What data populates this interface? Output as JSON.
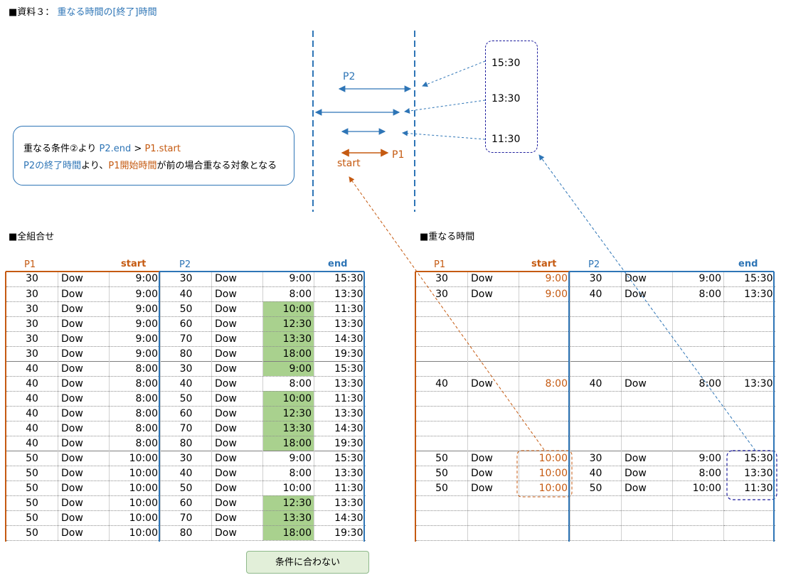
{
  "title": {
    "prefix": "■資料３：",
    "text": "重なる時間の[終了]時間"
  },
  "diagram": {
    "p2_label": "P2",
    "p1_label": "P1",
    "start_label": "start",
    "callout_times": [
      "15:30",
      "13:30",
      "11:30"
    ]
  },
  "note": {
    "line1_a": "重なる条件②より ",
    "line1_b": "P2.end",
    "line1_c": " > ",
    "line1_d": "P1.start",
    "line2_a": "P2の終了時間",
    "line2_b": "より、",
    "line2_c": "P1開始時間",
    "line2_d": "が前の場合重なる対象となる"
  },
  "left_section": {
    "title": "■全組合せ"
  },
  "right_section": {
    "title": "■重なる時間"
  },
  "col_headers": {
    "p1": "P1",
    "start": "start",
    "p2": "P2",
    "end": "end"
  },
  "left_table": [
    [
      "30",
      "Dow",
      "9:00",
      "30",
      "Dow",
      "9:00",
      "15:30"
    ],
    [
      "30",
      "Dow",
      "9:00",
      "40",
      "Dow",
      "8:00",
      "13:30"
    ],
    [
      "30",
      "Dow",
      "9:00",
      "50",
      "Dow",
      "10:00",
      "11:30"
    ],
    [
      "30",
      "Dow",
      "9:00",
      "60",
      "Dow",
      "12:30",
      "13:30"
    ],
    [
      "30",
      "Dow",
      "9:00",
      "70",
      "Dow",
      "13:30",
      "14:30"
    ],
    [
      "30",
      "Dow",
      "9:00",
      "80",
      "Dow",
      "18:00",
      "19:30"
    ],
    [
      "40",
      "Dow",
      "8:00",
      "30",
      "Dow",
      "9:00",
      "15:30"
    ],
    [
      "40",
      "Dow",
      "8:00",
      "40",
      "Dow",
      "8:00",
      "13:30"
    ],
    [
      "40",
      "Dow",
      "8:00",
      "50",
      "Dow",
      "10:00",
      "11:30"
    ],
    [
      "40",
      "Dow",
      "8:00",
      "60",
      "Dow",
      "12:30",
      "13:30"
    ],
    [
      "40",
      "Dow",
      "8:00",
      "70",
      "Dow",
      "13:30",
      "14:30"
    ],
    [
      "40",
      "Dow",
      "8:00",
      "80",
      "Dow",
      "18:00",
      "19:30"
    ],
    [
      "50",
      "Dow",
      "10:00",
      "30",
      "Dow",
      "9:00",
      "15:30"
    ],
    [
      "50",
      "Dow",
      "10:00",
      "40",
      "Dow",
      "8:00",
      "13:30"
    ],
    [
      "50",
      "Dow",
      "10:00",
      "50",
      "Dow",
      "10:00",
      "11:30"
    ],
    [
      "50",
      "Dow",
      "10:00",
      "60",
      "Dow",
      "12:30",
      "13:30"
    ],
    [
      "50",
      "Dow",
      "10:00",
      "70",
      "Dow",
      "13:30",
      "14:30"
    ],
    [
      "50",
      "Dow",
      "10:00",
      "80",
      "Dow",
      "18:00",
      "19:30"
    ]
  ],
  "left_highlight_rows": [
    2,
    3,
    4,
    5,
    6,
    8,
    9,
    10,
    11,
    15,
    16,
    17
  ],
  "right_table": [
    [
      "30",
      "Dow",
      "9:00",
      "30",
      "Dow",
      "9:00",
      "15:30"
    ],
    [
      "30",
      "Dow",
      "9:00",
      "40",
      "Dow",
      "8:00",
      "13:30"
    ],
    [
      "",
      "",
      "",
      "",
      "",
      "",
      ""
    ],
    [
      "",
      "",
      "",
      "",
      "",
      "",
      ""
    ],
    [
      "",
      "",
      "",
      "",
      "",
      "",
      ""
    ],
    [
      "",
      "",
      "",
      "",
      "",
      "",
      ""
    ],
    [
      "",
      "",
      "",
      "",
      "",
      "",
      ""
    ],
    [
      "40",
      "Dow",
      "8:00",
      "40",
      "Dow",
      "8:00",
      "13:30"
    ],
    [
      "",
      "",
      "",
      "",
      "",
      "",
      ""
    ],
    [
      "",
      "",
      "",
      "",
      "",
      "",
      ""
    ],
    [
      "",
      "",
      "",
      "",
      "",
      "",
      ""
    ],
    [
      "",
      "",
      "",
      "",
      "",
      "",
      ""
    ],
    [
      "50",
      "Dow",
      "10:00",
      "30",
      "Dow",
      "9:00",
      "15:30"
    ],
    [
      "50",
      "Dow",
      "10:00",
      "40",
      "Dow",
      "8:00",
      "13:30"
    ],
    [
      "50",
      "Dow",
      "10:00",
      "50",
      "Dow",
      "10:00",
      "11:30"
    ],
    [
      "",
      "",
      "",
      "",
      "",
      "",
      ""
    ],
    [
      "",
      "",
      "",
      "",
      "",
      "",
      ""
    ],
    [
      "",
      "",
      "",
      "",
      "",
      "",
      ""
    ]
  ],
  "button": {
    "label": "条件に合わない"
  },
  "colors": {
    "blue": "#2e75b6",
    "orange": "#c55a11",
    "green": "#a9d18e",
    "navy": "#1f1f9e"
  }
}
